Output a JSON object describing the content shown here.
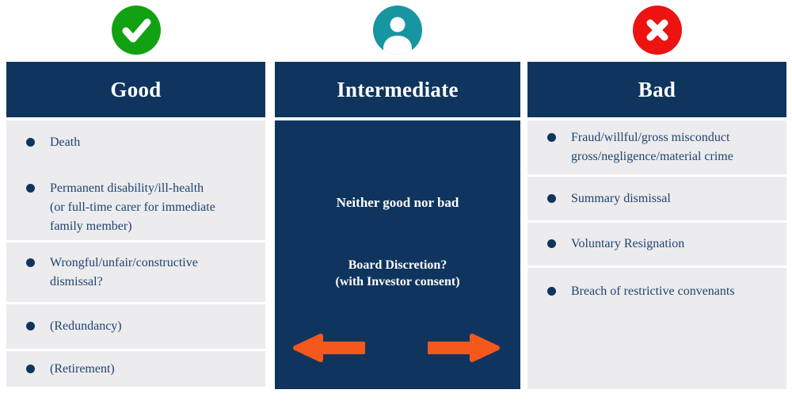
{
  "colors": {
    "navy": "#0F355E",
    "row_gray": "#ECEBEE",
    "item_text": "#1E4470",
    "green": "#12A112",
    "teal": "#1796A2",
    "red": "#EC1310",
    "orange": "#F4581C"
  },
  "columns": {
    "good": {
      "title": "Good",
      "icon": "check-circle-icon",
      "blocks": [
        {
          "items": [
            {
              "lines": [
                "Death"
              ]
            },
            {
              "lines": [
                "Permanent disability/ill-health",
                "(or full-time carer for  immediate",
                "family member)"
              ]
            }
          ]
        },
        {
          "items": [
            {
              "lines": [
                "Wrongful/unfair/constructive",
                "dismissal?"
              ]
            }
          ]
        },
        {
          "items": [
            {
              "lines": [
                "(Redundancy)"
              ]
            }
          ]
        },
        {
          "items": [
            {
              "lines": [
                "(Retirement)"
              ]
            }
          ]
        }
      ]
    },
    "intermediate": {
      "title": "Intermediate",
      "icon": "person-circle-icon",
      "note_primary": "Neither good nor bad",
      "note_secondary_line1": "Board Discretion?",
      "note_secondary_line2": "(with Investor consent)",
      "arrows": [
        "left-arrow",
        "right-arrow"
      ]
    },
    "bad": {
      "title": "Bad",
      "icon": "x-circle-icon",
      "blocks": [
        {
          "items": [
            {
              "lines": [
                "Fraud/willful/gross misconduct",
                "gross/negligence/material crime"
              ]
            }
          ]
        },
        {
          "items": [
            {
              "lines": [
                "Summary dismissal"
              ]
            }
          ]
        },
        {
          "items": [
            {
              "lines": [
                "Voluntary Resignation"
              ]
            }
          ]
        },
        {
          "items": [
            {
              "lines": [
                "Breach of restrictive convenants"
              ]
            }
          ]
        }
      ]
    }
  }
}
